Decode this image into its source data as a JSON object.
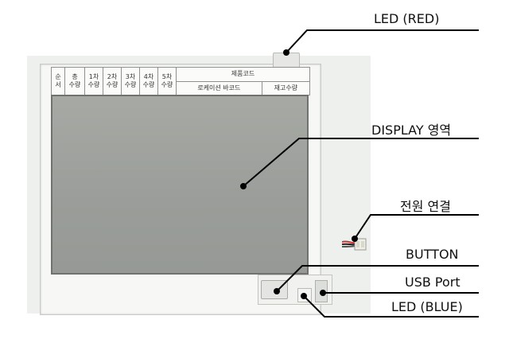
{
  "labels": {
    "led_red": "LED (RED)",
    "display": "DISPLAY 영역",
    "power": "전원 연결",
    "button": "BUTTON",
    "usb": "USB Port",
    "led_blue": "LED (BLUE)"
  },
  "strip": {
    "seq": [
      "순",
      "서"
    ],
    "total": [
      "총",
      "수량"
    ],
    "c1": [
      "1차",
      "수량"
    ],
    "c2": [
      "2차",
      "수량"
    ],
    "c3": [
      "3차",
      "수량"
    ],
    "c4": [
      "4차",
      "수량"
    ],
    "c5": [
      "5차",
      "수량"
    ],
    "product_code": "제품코드",
    "location_barcode": "로케이션 바코드",
    "stock_qty": "재고수량"
  },
  "colors": {
    "lcd": "#9ea19d",
    "leader": "#000000"
  }
}
